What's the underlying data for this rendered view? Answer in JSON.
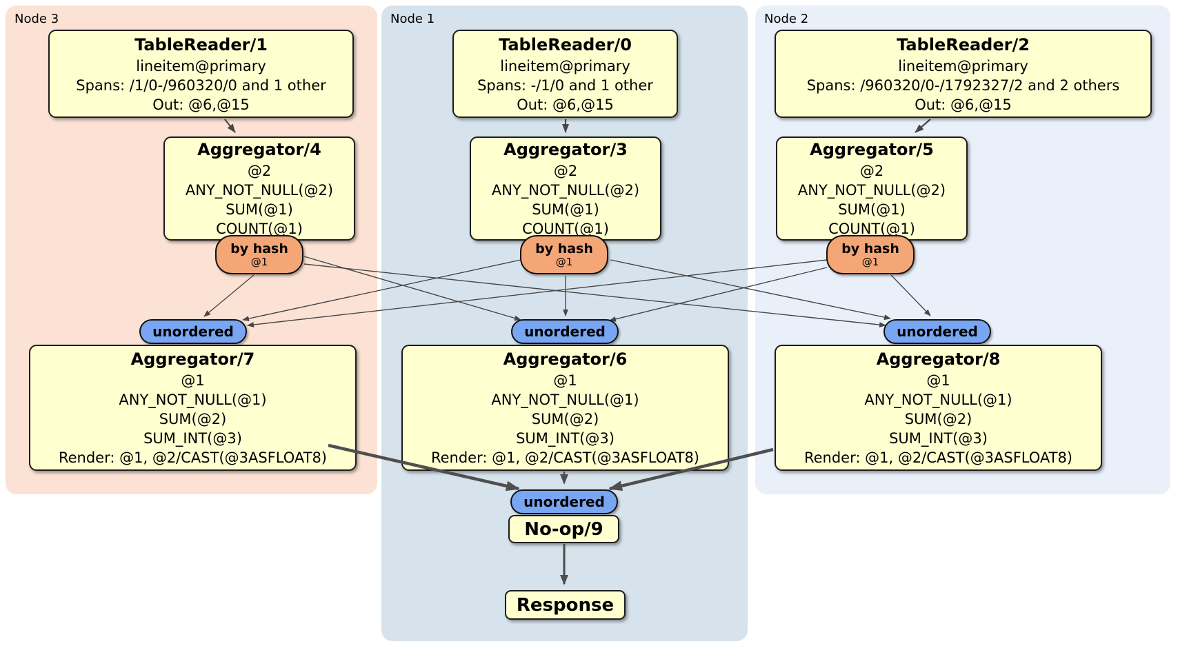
{
  "regions": {
    "node3": "Node 3",
    "node1": "Node 1",
    "node2": "Node 2"
  },
  "colors": {
    "page_bg": "#ffffff",
    "node3_bg": "#fce2d4",
    "node1_bg": "#d7e3ec",
    "node2_bg": "#eaf0fa",
    "box_bg": "#ffffd0",
    "box_border": "#1c1c1c",
    "hash_bg": "#f5a677",
    "stream_bg": "#79a6f2",
    "edge": "#474747"
  },
  "nodes": {
    "tr1": {
      "title": "TableReader/1",
      "lines": [
        "lineitem@primary",
        "Spans: /1/0-/960320/0 and 1 other",
        "Out: @6,@15"
      ]
    },
    "tr0": {
      "title": "TableReader/0",
      "lines": [
        "lineitem@primary",
        "Spans: -/1/0 and 1 other",
        "Out: @6,@15"
      ]
    },
    "tr2": {
      "title": "TableReader/2",
      "lines": [
        "lineitem@primary",
        "Spans: /960320/0-/1792327/2 and 2 others",
        "Out: @6,@15"
      ]
    },
    "agg4": {
      "title": "Aggregator/4",
      "lines": [
        "@2",
        "ANY_NOT_NULL(@2)",
        "SUM(@1)",
        "COUNT(@1)"
      ]
    },
    "agg3": {
      "title": "Aggregator/3",
      "lines": [
        "@2",
        "ANY_NOT_NULL(@2)",
        "SUM(@1)",
        "COUNT(@1)"
      ]
    },
    "agg5": {
      "title": "Aggregator/5",
      "lines": [
        "@2",
        "ANY_NOT_NULL(@2)",
        "SUM(@1)",
        "COUNT(@1)"
      ]
    },
    "agg7": {
      "title": "Aggregator/7",
      "lines": [
        "@1",
        "ANY_NOT_NULL(@1)",
        "SUM(@2)",
        "SUM_INT(@3)",
        "Render: @1, @2/CAST(@3ASFLOAT8)"
      ]
    },
    "agg6": {
      "title": "Aggregator/6",
      "lines": [
        "@1",
        "ANY_NOT_NULL(@1)",
        "SUM(@2)",
        "SUM_INT(@3)",
        "Render: @1, @2/CAST(@3ASFLOAT8)"
      ]
    },
    "agg8": {
      "title": "Aggregator/8",
      "lines": [
        "@1",
        "ANY_NOT_NULL(@1)",
        "SUM(@2)",
        "SUM_INT(@3)",
        "Render: @1, @2/CAST(@3ASFLOAT8)"
      ]
    },
    "noop": {
      "title": "No-op/9"
    },
    "response": {
      "title": "Response"
    }
  },
  "routers": {
    "by_hash": {
      "label": "by hash",
      "detail": "@1"
    },
    "stream": {
      "label": "unordered"
    }
  },
  "edges": [
    {
      "from": "tablereader-1",
      "to": "aggregator-4"
    },
    {
      "from": "tablereader-0",
      "to": "aggregator-3"
    },
    {
      "from": "tablereader-2",
      "to": "aggregator-5"
    },
    {
      "from": "aggregator-4-by-hash",
      "to": "aggregator-7-unordered"
    },
    {
      "from": "aggregator-4-by-hash",
      "to": "aggregator-6-unordered"
    },
    {
      "from": "aggregator-4-by-hash",
      "to": "aggregator-8-unordered"
    },
    {
      "from": "aggregator-3-by-hash",
      "to": "aggregator-7-unordered"
    },
    {
      "from": "aggregator-3-by-hash",
      "to": "aggregator-6-unordered"
    },
    {
      "from": "aggregator-3-by-hash",
      "to": "aggregator-8-unordered"
    },
    {
      "from": "aggregator-5-by-hash",
      "to": "aggregator-7-unordered"
    },
    {
      "from": "aggregator-5-by-hash",
      "to": "aggregator-6-unordered"
    },
    {
      "from": "aggregator-5-by-hash",
      "to": "aggregator-8-unordered"
    },
    {
      "from": "aggregator-7",
      "to": "no-op-9-unordered"
    },
    {
      "from": "aggregator-6",
      "to": "no-op-9-unordered"
    },
    {
      "from": "aggregator-8",
      "to": "no-op-9-unordered"
    },
    {
      "from": "no-op-9",
      "to": "response"
    }
  ]
}
